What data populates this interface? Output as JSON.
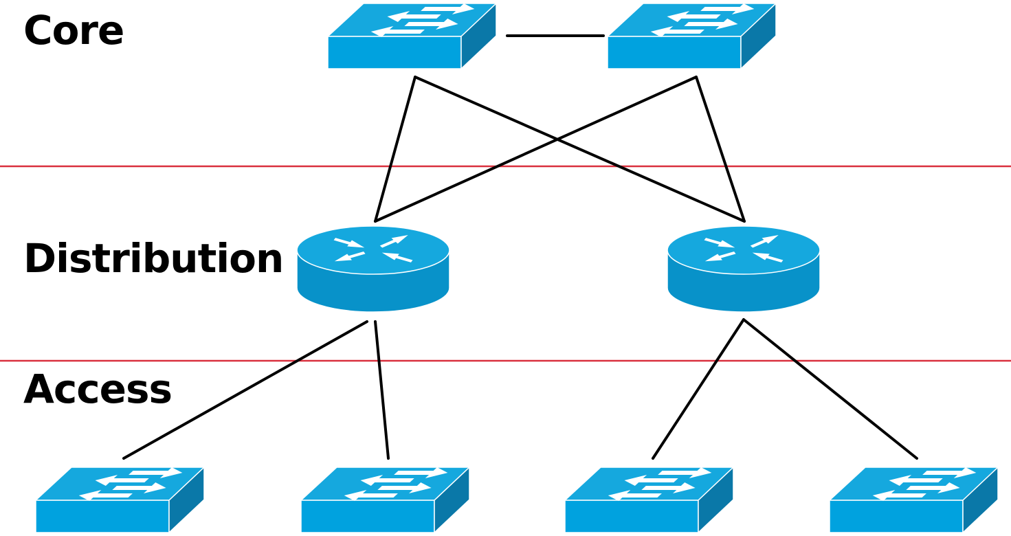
{
  "layers": {
    "core": "Core",
    "distribution": "Distribution",
    "access": "Access"
  },
  "devices": [
    {
      "id": "core-switch-1",
      "kind": "switch",
      "layer": "core"
    },
    {
      "id": "core-switch-2",
      "kind": "switch",
      "layer": "core"
    },
    {
      "id": "distribution-router-1",
      "kind": "router",
      "layer": "distribution"
    },
    {
      "id": "distribution-router-2",
      "kind": "router",
      "layer": "distribution"
    },
    {
      "id": "access-switch-1",
      "kind": "switch",
      "layer": "access"
    },
    {
      "id": "access-switch-2",
      "kind": "switch",
      "layer": "access"
    },
    {
      "id": "access-switch-3",
      "kind": "switch",
      "layer": "access"
    },
    {
      "id": "access-switch-4",
      "kind": "switch",
      "layer": "access"
    }
  ],
  "links": [
    [
      "core-switch-1",
      "core-switch-2"
    ],
    [
      "core-switch-1",
      "distribution-router-1"
    ],
    [
      "core-switch-1",
      "distribution-router-2"
    ],
    [
      "core-switch-2",
      "distribution-router-1"
    ],
    [
      "core-switch-2",
      "distribution-router-2"
    ],
    [
      "distribution-router-1",
      "access-switch-1"
    ],
    [
      "distribution-router-1",
      "access-switch-2"
    ],
    [
      "distribution-router-2",
      "access-switch-3"
    ],
    [
      "distribution-router-2",
      "access-switch-4"
    ]
  ],
  "colors": {
    "device_top": "#15a8de",
    "device_front": "#00a2df",
    "device_side": "#0a78a8",
    "router_body": "#0892c9",
    "arrow": "#ffffff",
    "link": "#000000",
    "layer_boundary": "#d9303e"
  },
  "icons": {
    "switch": "workgroup-switch-icon",
    "router": "router-icon"
  }
}
